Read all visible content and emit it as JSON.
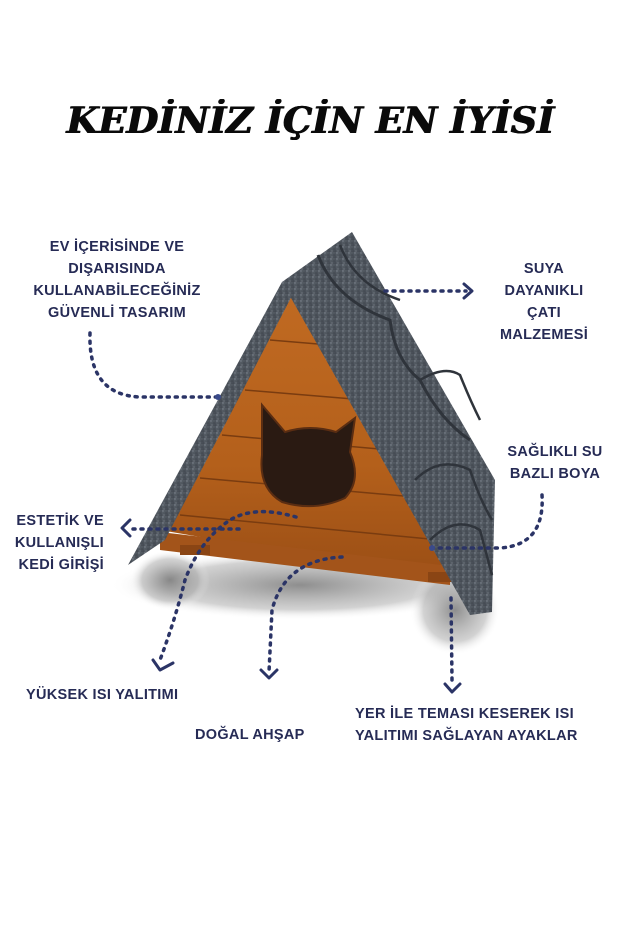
{
  "title": "KEDİNİZ İÇİN EN İYİSİ",
  "colors": {
    "label_text": "#262b55",
    "arrow": "#2b3466",
    "roof": "#4f5660",
    "roof_dark": "#2f343b",
    "wood": "#b8651f",
    "wood_dark": "#7a3c10",
    "entrance": "#2a1a12",
    "title": "#0a0a0a"
  },
  "callouts": {
    "indoor_outdoor": {
      "lines": [
        "EV İÇERİSİNDE VE",
        "DIŞARISINDA",
        "KULLANABİLECEĞİNİZ",
        "GÜVENLİ TASARIM"
      ],
      "icon": "dotted-arrow-to-roof-left"
    },
    "waterproof_roof": {
      "lines": [
        "SUYA",
        "DAYANIKLI",
        "ÇATI",
        "MALZEMESİ"
      ],
      "icon": "dotted-arrow-right"
    },
    "healthy_paint": {
      "lines": [
        "SAĞLIKLI SU",
        "BAZLI BOYA"
      ],
      "icon": "dotted-curve-to-wall"
    },
    "cat_entrance": {
      "lines": [
        "ESTETİK VE",
        "KULLANIŞLI",
        "KEDİ GİRİŞİ"
      ],
      "icon": "dotted-arrow-left"
    },
    "insulation": {
      "lines": [
        "YÜKSEK ISI YALITIMI"
      ],
      "icon": "dotted-arrow-down-left"
    },
    "natural_wood": {
      "lines": [
        "DOĞAL AHŞAP"
      ],
      "icon": "dotted-arrow-down"
    },
    "legs": {
      "lines": [
        "YER İLE TEMASI KESEREK ISI",
        "YALITIMI SAĞLAYAN AYAKLAR"
      ],
      "icon": "dotted-arrow-down"
    }
  },
  "product": {
    "name": "a-frame cat house",
    "entrance_shape": "cat-head"
  }
}
